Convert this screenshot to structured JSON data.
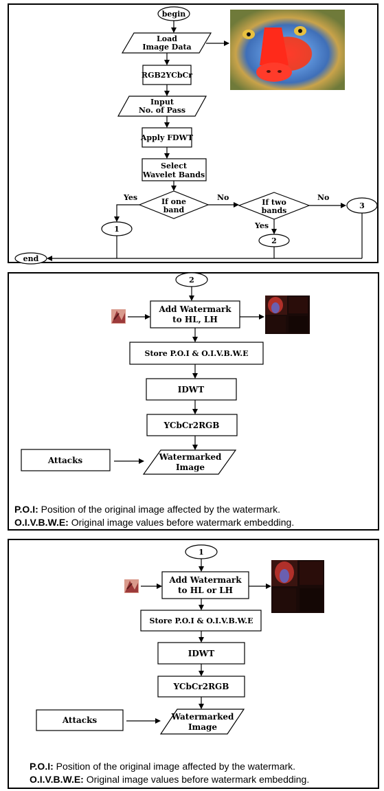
{
  "panel1": {
    "begin": "begin",
    "load_1": "Load",
    "load_2": "Image Data",
    "rgb2ycbcr": "RGB2YCbCr",
    "input_1": "Input",
    "input_2": "No. of Pass",
    "fdwt": "Apply FDWT",
    "select_1": "Select",
    "select_2": "Wavelet Bands",
    "ifone_1": "If one",
    "ifone_2": "band",
    "iftwo_1": "If two",
    "iftwo_2": "bands",
    "yes_left": "Yes",
    "no_mid": "No",
    "no_right": "No",
    "yes_bottom": "Yes",
    "conn1": "1",
    "conn2": "2",
    "conn3": "3",
    "end": "end"
  },
  "panel2": {
    "conn": "2",
    "add_1": "Add Watermark",
    "add_2": "to HL, LH",
    "store": "Store P.O.I & O.I.V.B.W.E",
    "idwt": "IDWT",
    "ycbcr2rgb": "YCbCr2RGB",
    "attacks": "Attacks",
    "wm_1": "Watermarked",
    "wm_2": "Image",
    "poi_key": "P.O.I:",
    "poi_val": " Position of the original image affected by the watermark.",
    "oiv_key": "O.I.V.B.W.E:",
    "oiv_val": " Original image values before watermark embedding."
  },
  "panel3": {
    "conn": "1",
    "add_1": "Add Watermark",
    "add_2": "to HL or LH",
    "store": "Store P.O.I & O.I.V.B.W.E",
    "idwt": "IDWT",
    "ycbcr2rgb": "YCbCr2RGB",
    "attacks": "Attacks",
    "wm_1": "Watermarked",
    "wm_2": "Image",
    "poi_key": "P.O.I:",
    "poi_val": " Position of the original image affected by the watermark.",
    "oiv_key": "O.I.V.B.W.E:",
    "oiv_val": " Original image values before watermark embedding."
  }
}
